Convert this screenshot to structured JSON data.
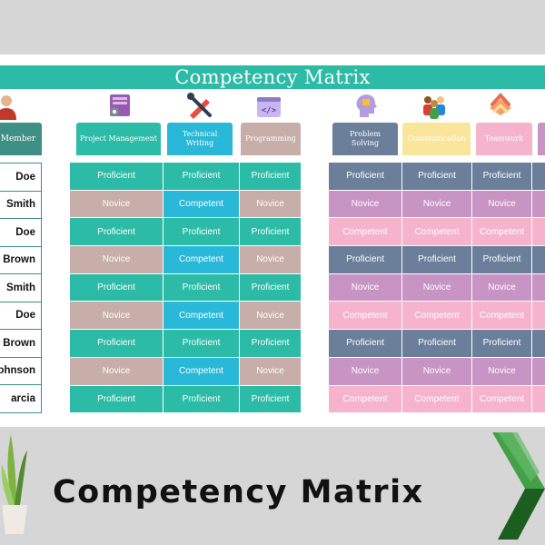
{
  "page": {
    "title": "Competency Matrix",
    "footer_title": "Competency Matrix"
  },
  "colors": {
    "teal": "#2bbba6",
    "rose": "#c7aea9",
    "cyan": "#29b8d8",
    "slate": "#6b7f9b",
    "pink": "#f5b4cc",
    "mauve": "#c894c4"
  },
  "member_header": "Member",
  "skills_left": [
    {
      "label": "Project Management",
      "icon": "books-gear-icon",
      "color": "#2bbba6"
    },
    {
      "label": "Technical Writing",
      "icon": "pencil-wrench-icon",
      "color": "#29b8d8"
    },
    {
      "label": "Programming",
      "icon": "code-window-icon",
      "color": "#c7aea9"
    }
  ],
  "skills_right": [
    {
      "label": "Problem Solving",
      "icon": "head-puzzle-icon",
      "color": "#6b7f9b"
    },
    {
      "label": "Communication",
      "icon": "people-group-icon",
      "color": "#fae69b"
    },
    {
      "label": "Teamwork",
      "icon": "hands-stack-icon",
      "color": "#f5b4cc"
    }
  ],
  "members": [
    "Doe",
    "Smith",
    "Doe",
    "Brown",
    "Smith",
    "Doe",
    "Brown",
    "Johnson",
    "arcia"
  ],
  "left_rows": [
    [
      "Proficient",
      "Proficient",
      "Proficient"
    ],
    [
      "Novice",
      "Competent",
      "Novice"
    ],
    [
      "Proficient",
      "Proficient",
      "Proficient"
    ],
    [
      "Novice",
      "Competent",
      "Novice"
    ],
    [
      "Proficient",
      "Proficient",
      "Proficient"
    ],
    [
      "Novice",
      "Competent",
      "Novice"
    ],
    [
      "Proficient",
      "Proficient",
      "Proficient"
    ],
    [
      "Novice",
      "Competent",
      "Novice"
    ],
    [
      "Proficient",
      "Proficient",
      "Proficient"
    ]
  ],
  "right_rows": [
    [
      "Proficient",
      "Proficient",
      "Proficient"
    ],
    [
      "Novice",
      "Novice",
      "Novice"
    ],
    [
      "Competent",
      "Competent",
      "Competent"
    ],
    [
      "Proficient",
      "Proficient",
      "Proficient"
    ],
    [
      "Novice",
      "Novice",
      "Novice"
    ],
    [
      "Competent",
      "Competent",
      "Competent"
    ],
    [
      "Proficient",
      "Proficient",
      "Proficient"
    ],
    [
      "Novice",
      "Novice",
      "Novice"
    ],
    [
      "Competent",
      "Competent",
      "Competent"
    ]
  ]
}
